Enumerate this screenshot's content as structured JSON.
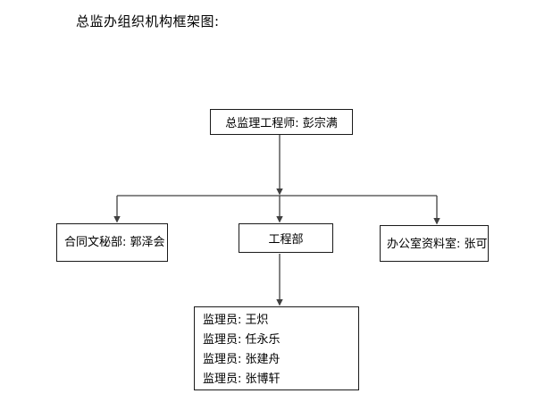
{
  "page": {
    "title": "总监办组织机构框架图:"
  },
  "org_chart": {
    "root": {
      "label": "总监理工程师: 彭宗满"
    },
    "departments": [
      {
        "label": "合同文秘部: 郭泽会"
      },
      {
        "label": "工程部"
      },
      {
        "label": "办公室资料室: 张可"
      }
    ],
    "members": {
      "lines": [
        "监理员: 王炽",
        "监理员: 任永乐",
        "监理员: 张建舟",
        "监理员: 张博轩"
      ]
    }
  },
  "colors": {
    "background": "#ffffff",
    "box_border": "#1a1a1a",
    "connector_line": "#404040",
    "text": "#000000"
  }
}
